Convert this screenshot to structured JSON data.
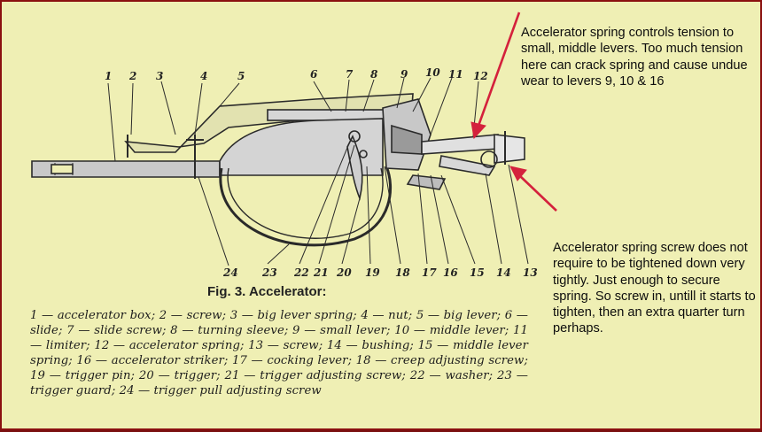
{
  "figure": {
    "caption": "Fig. 3. Accelerator:",
    "callout_numbers": [
      "1",
      "2",
      "3",
      "4",
      "5",
      "6",
      "7",
      "8",
      "9",
      "10",
      "11",
      "12",
      "24",
      "23",
      "22",
      "21",
      "20",
      "19",
      "18",
      "17",
      "16",
      "15",
      "14",
      "13"
    ],
    "legend": "1 — accelerator box; 2 — screw; 3 — big lever spring; 4 — nut; 5 — big lever; 6 — slide; 7 — slide screw; 8 — turning sleeve; 9 — small lever; 10 — middle lever; 11 — limiter; 12 — accelerator spring; 13 — screw; 14 — bushing; 15 — middle lever spring; 16 — accelerator striker; 17 — cocking lever; 18 — creep adjusting screw; 19 — trigger pin; 20 — trigger; 21 — trigger adjusting screw; 22 — washer; 23 — trigger guard; 24 — trigger pull adjusting screw"
  },
  "notes": {
    "spring_tension": "Accelerator spring controls tension to small, middle levers. Too much tension here can crack spring and cause undue wear to levers 9, 10 & 16",
    "screw_tightening": "Accelerator spring screw does not require to be tightened down very tightly. Just enough to secure spring. So screw in, untill it starts to tighten, then an extra quarter turn perhaps."
  },
  "colors": {
    "background": "#efefb4",
    "border": "#8a1010",
    "arrow": "#d4213c"
  }
}
